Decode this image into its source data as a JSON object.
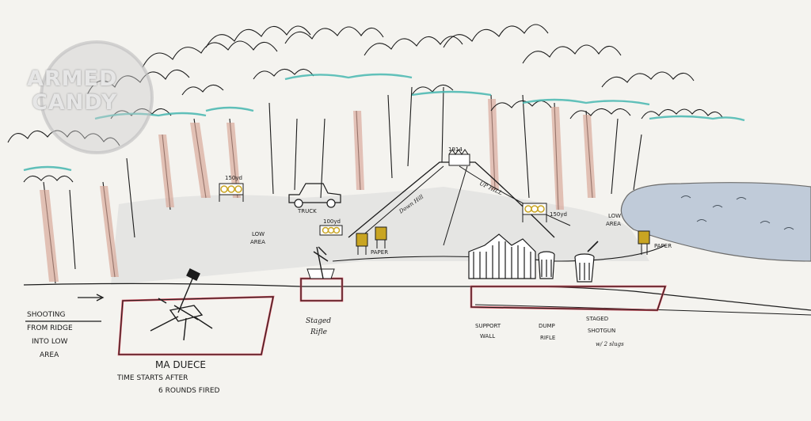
{
  "watermark": {
    "line1": "ARMED",
    "line2": "CANDY"
  },
  "labels": {
    "yards_150_left": "150yd",
    "truck": "TRUCK",
    "down_hill": "Down Hill",
    "yards_1914": "1914",
    "up_hill": "UP HILL",
    "yards_150_right": "150yd",
    "low_area_left_1": "LOW",
    "low_area_left_2": "AREA",
    "yards_100": "100yd",
    "paper_left": "PAPER",
    "low_area_right_1": "LOW",
    "low_area_right_2": "AREA",
    "paper_right": "PAPER",
    "shooting_1": "SHOOTING",
    "shooting_2": "FROM RIDGE",
    "shooting_3": "INTO LOW",
    "shooting_4": "AREA",
    "ma_duece": "MA DUECE",
    "time_1": "TIME STARTS AFTER",
    "time_2": "6 ROUNDS FIRED",
    "staged_rifle_1": "Staged",
    "staged_rifle_2": "Rifle",
    "support_wall_1": "SUPPORT",
    "support_wall_2": "WALL",
    "dump_rifle_1": "DUMP",
    "dump_rifle_2": "RIFLE",
    "staged_shotgun_1": "STAGED",
    "staged_shotgun_2": "SHOTGUN",
    "staged_shotgun_3": "w/ 2 slugs"
  },
  "colors": {
    "ink": "#1b1b1b",
    "teal": "#46b7b0",
    "trunk": "#c98a78",
    "red": "#d04a5a",
    "water": "#9fb0c4",
    "target": "#c9a522",
    "paper": "#f4f3ef"
  }
}
